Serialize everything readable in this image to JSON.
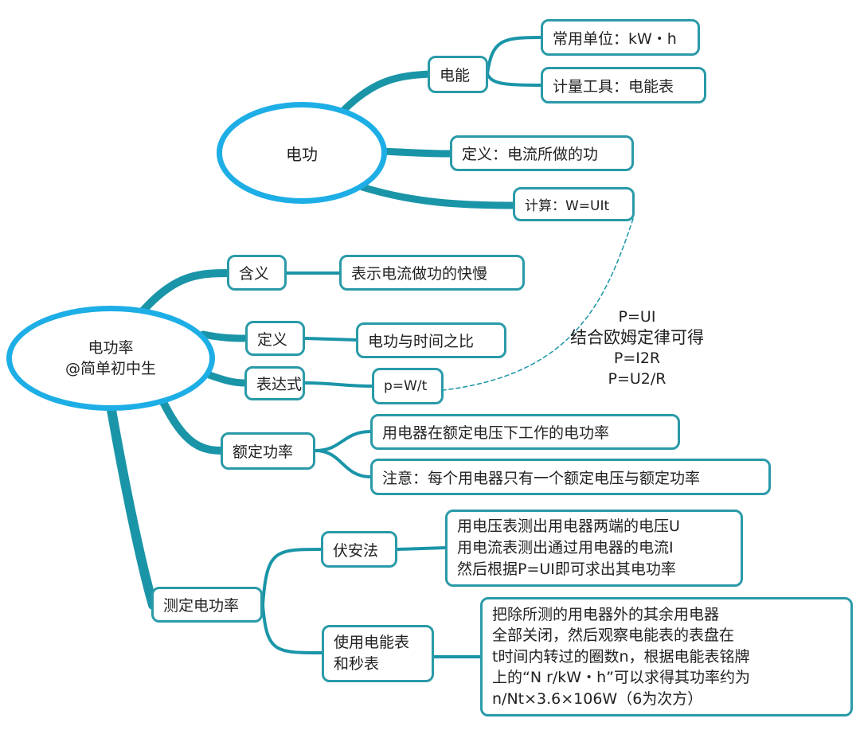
{
  "colors": {
    "branch": "#1a95a8",
    "box_border": "#2a9aa8",
    "ellipse": "#1eaee6"
  },
  "work": {
    "title": "电功",
    "energy": {
      "label": "电能",
      "unit": "常用单位：kW・h",
      "tool": "计量工具：电能表"
    },
    "definition": "定义：电流所做的功",
    "calc": "计算：W=UIt"
  },
  "power": {
    "title": "电功率",
    "subtitle": "@简单初中生",
    "meaning": {
      "label": "含义",
      "value": "表示电流做功的快慢"
    },
    "definition": {
      "label": "定义",
      "value": "电功与时间之比"
    },
    "expression": {
      "label": "表达式",
      "value": "p=W/t"
    },
    "rated": {
      "label": "额定功率",
      "items": [
        "用电器在额定电压下工作的电功率",
        "注意：每个用电器只有一个额定电压与额定功率"
      ]
    },
    "measure": {
      "label": "测定电功率",
      "voltammeter": {
        "label": "伏安法",
        "value": "用电压表测出用电器两端的电压U\n用电流表测出通过用电器的电流I\n然后根据P=UI即可求出其电功率"
      },
      "meter": {
        "label": "使用电能表\n和秒表",
        "value": "把除所测的用电器外的其余用电器\n全部关闭，然后观察电能表的表盘在\nt时间内转过的圈数n，根据电能表铭牌\n上的“N r/kW・h”可以求得其功率约为\nn/Nt×3.6×106W（6为次方）"
      }
    }
  },
  "formula_note": [
    "P=UI",
    "结合欧姆定律可得",
    "P=I2R",
    "P=U2/R"
  ]
}
